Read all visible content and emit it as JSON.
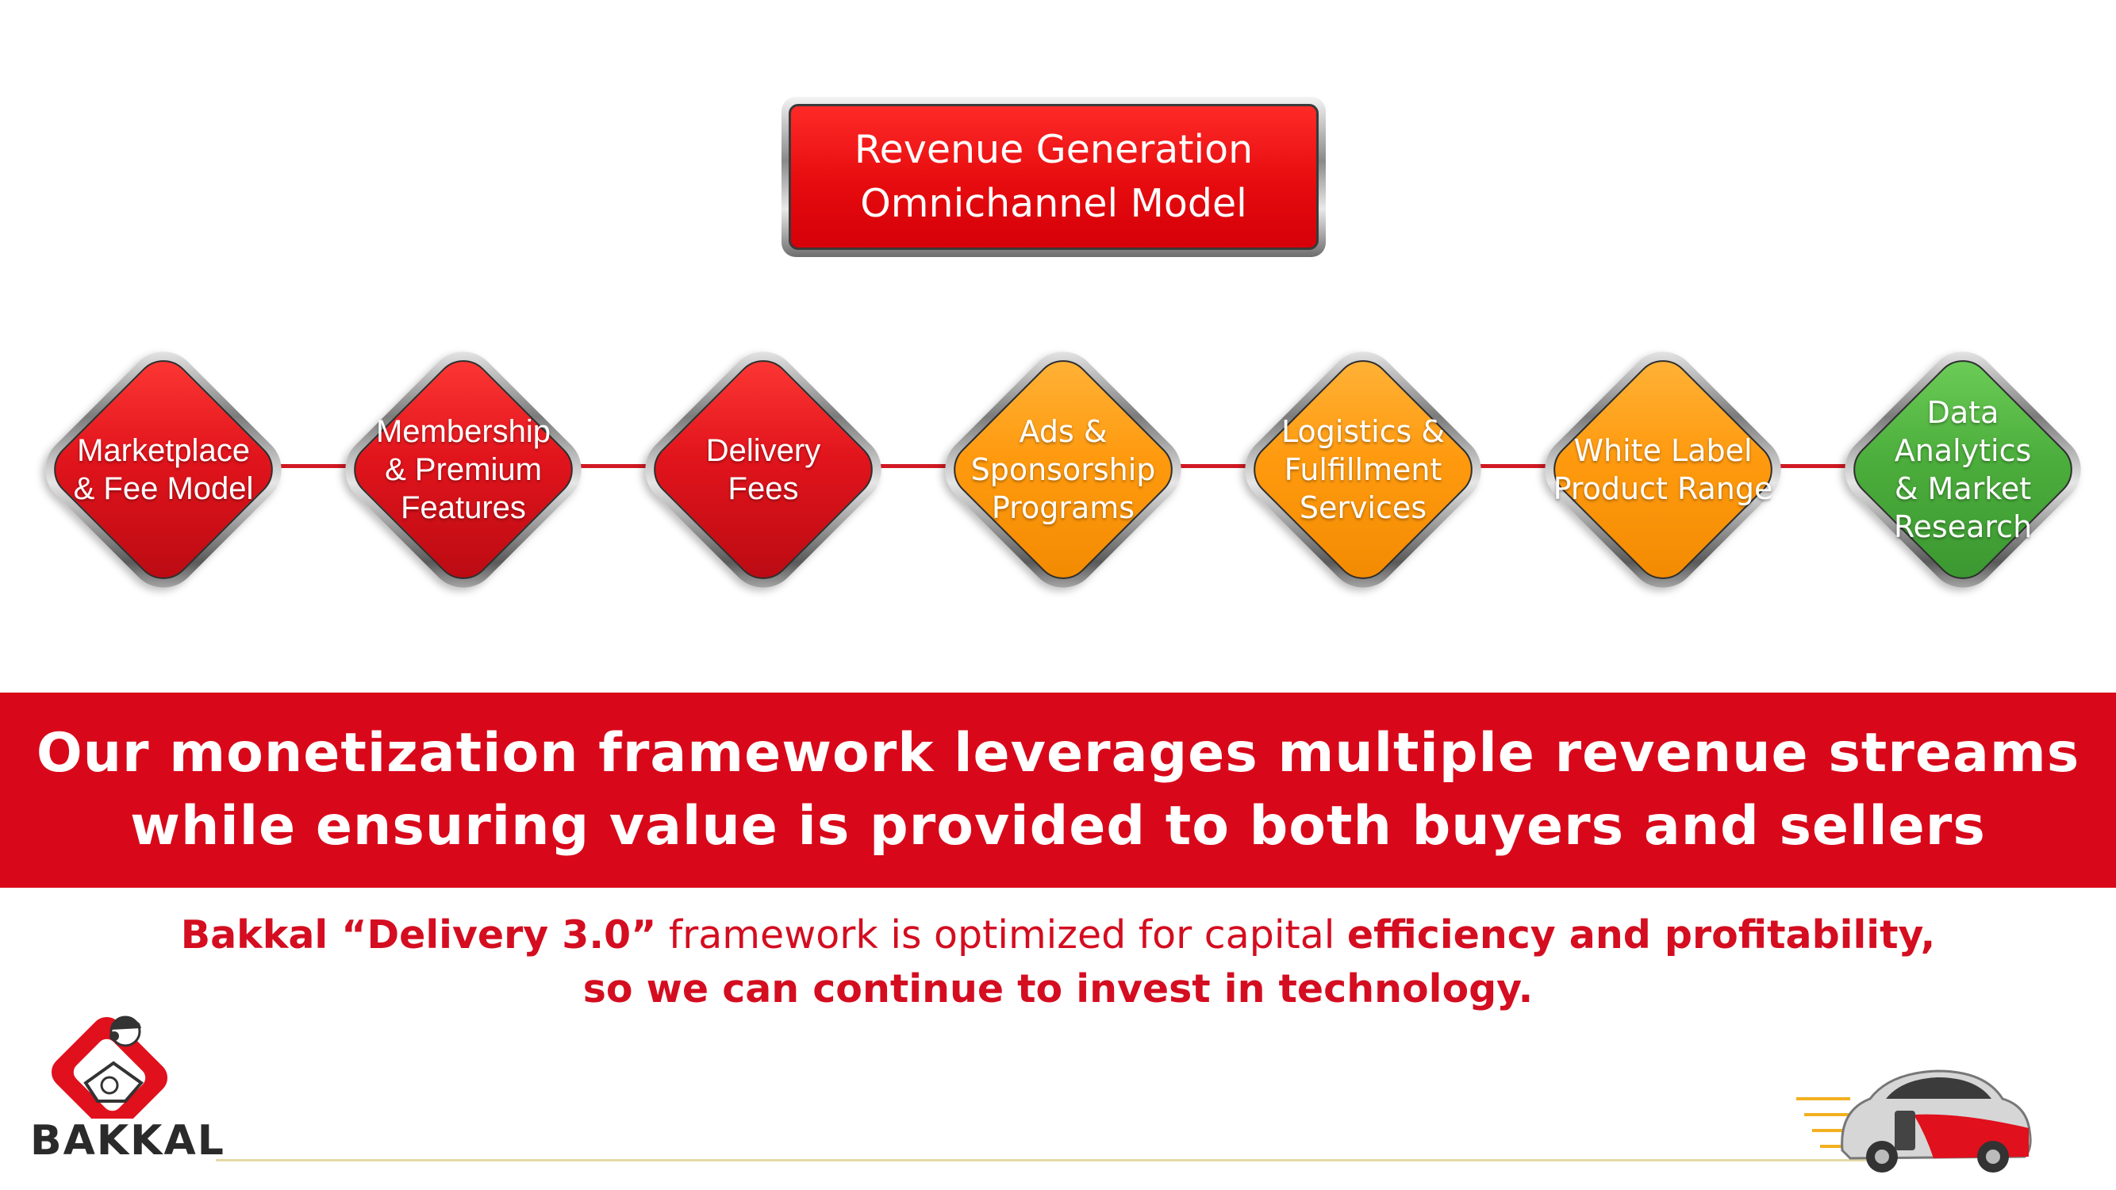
{
  "title": {
    "line1": "Revenue Generation",
    "line2": "Omnichannel Model"
  },
  "nodes": [
    {
      "color": "red",
      "lines": [
        "Marketplace",
        "& Fee Model"
      ]
    },
    {
      "color": "red",
      "lines": [
        "Membership",
        "& Premium",
        "Features"
      ]
    },
    {
      "color": "red",
      "lines": [
        "Delivery",
        "Fees"
      ]
    },
    {
      "color": "orange",
      "lines": [
        "Ads &",
        "Sponsorship",
        "Programs"
      ]
    },
    {
      "color": "orange",
      "lines": [
        "Logistics &",
        "Fulfillment",
        "Services"
      ]
    },
    {
      "color": "orange",
      "lines": [
        "White Label",
        "Product Range"
      ]
    },
    {
      "color": "green",
      "lines": [
        "Data",
        "Analytics",
        "& Market",
        "Research"
      ]
    }
  ],
  "banner": {
    "line1": "Our monetization framework leverages multiple revenue streams",
    "line2": "while ensuring value is provided to both buyers and sellers"
  },
  "subtitle": {
    "part1": "Bakkal “Delivery 3.0”",
    "part2": " framework is optimized for capital ",
    "part3": "efficiency and profitability,",
    "line2": "so we can continue to invest in technology."
  },
  "logo": {
    "text": "BAKKAL"
  },
  "colors": {
    "red": "#d8081a",
    "orange": "#ff9a0f",
    "green": "#4cae3c"
  }
}
